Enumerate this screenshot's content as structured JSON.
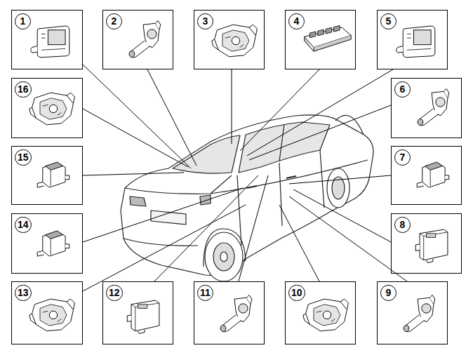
{
  "diagram": {
    "nodes": [
      {
        "text": [
          "1"
        ]
      },
      {
        "text": [
          "2"
        ]
      },
      {
        "text": [
          "3"
        ]
      },
      {
        "text": [
          "4"
        ]
      },
      {
        "text": [
          "5"
        ]
      },
      {
        "text": [
          "6"
        ]
      },
      {
        "text": [
          "7"
        ]
      },
      {
        "text": [
          "8"
        ]
      },
      {
        "text": [
          "9"
        ]
      },
      {
        "text": [
          "10"
        ]
      },
      {
        "text": [
          "11"
        ]
      },
      {
        "text": [
          "12"
        ]
      },
      {
        "text": [
          "13"
        ]
      },
      {
        "text": [
          "14"
        ]
      },
      {
        "text": [
          "15"
        ]
      },
      {
        "text": [
          "16"
        ]
      }
    ]
  }
}
